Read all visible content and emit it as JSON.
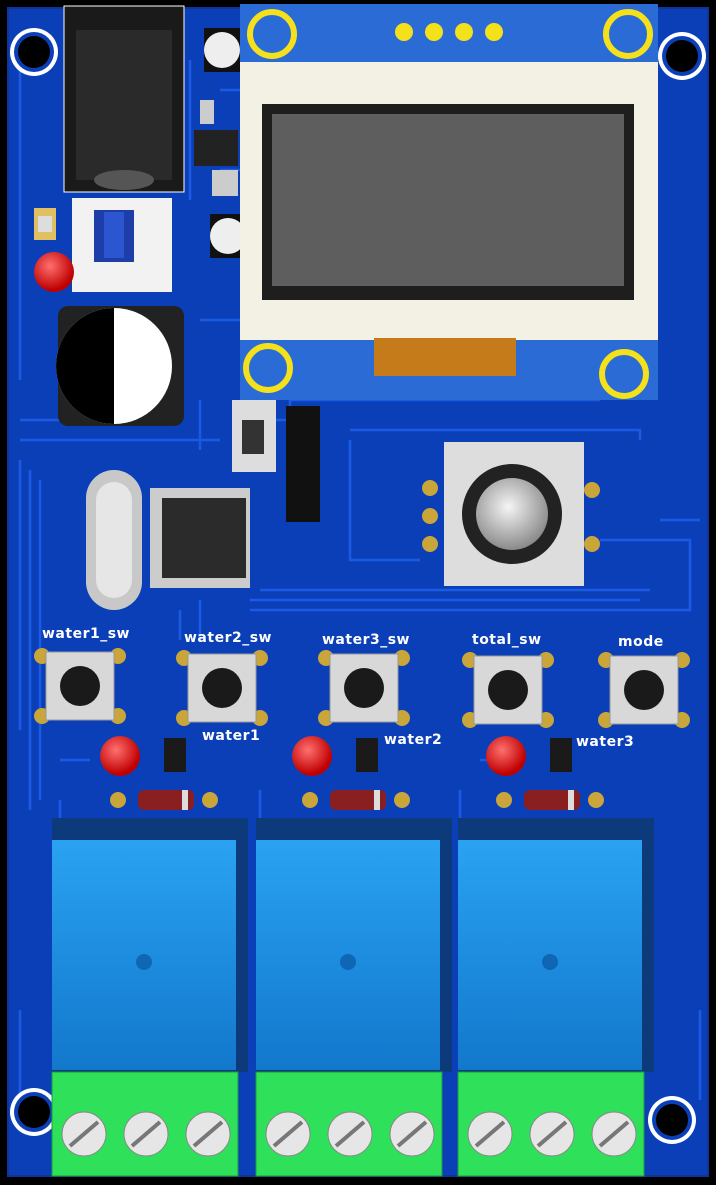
{
  "board": {
    "button_labels": [
      "water1_sw",
      "water2_sw",
      "water3_sw",
      "total_sw",
      "mode"
    ],
    "led_labels": [
      "water1",
      "water2",
      "water3"
    ],
    "oled_header_pins": 4,
    "terminal_blocks": 3,
    "screws_per_terminal": 3
  },
  "components": {
    "display": "oled-display-module",
    "mcu": "qfp-microcontroller",
    "crystal": "hc-49s-crystal",
    "encoder": "rotary-encoder",
    "battery": "coin-cell-battery",
    "dc_jack": "dc-power-jack",
    "relays": 3,
    "diodes": 3,
    "leds": 4
  },
  "colors": {
    "pcb": "#0a3fb8",
    "pcb_trace": "#1b5ee6",
    "relay": "#1f8fe6",
    "terminal": "#2ee05a",
    "led": "#e01010",
    "oled_frame": "#f3f0e4",
    "oled_screen": "#5e5e5e",
    "pad_gold": "#c9a53a"
  }
}
